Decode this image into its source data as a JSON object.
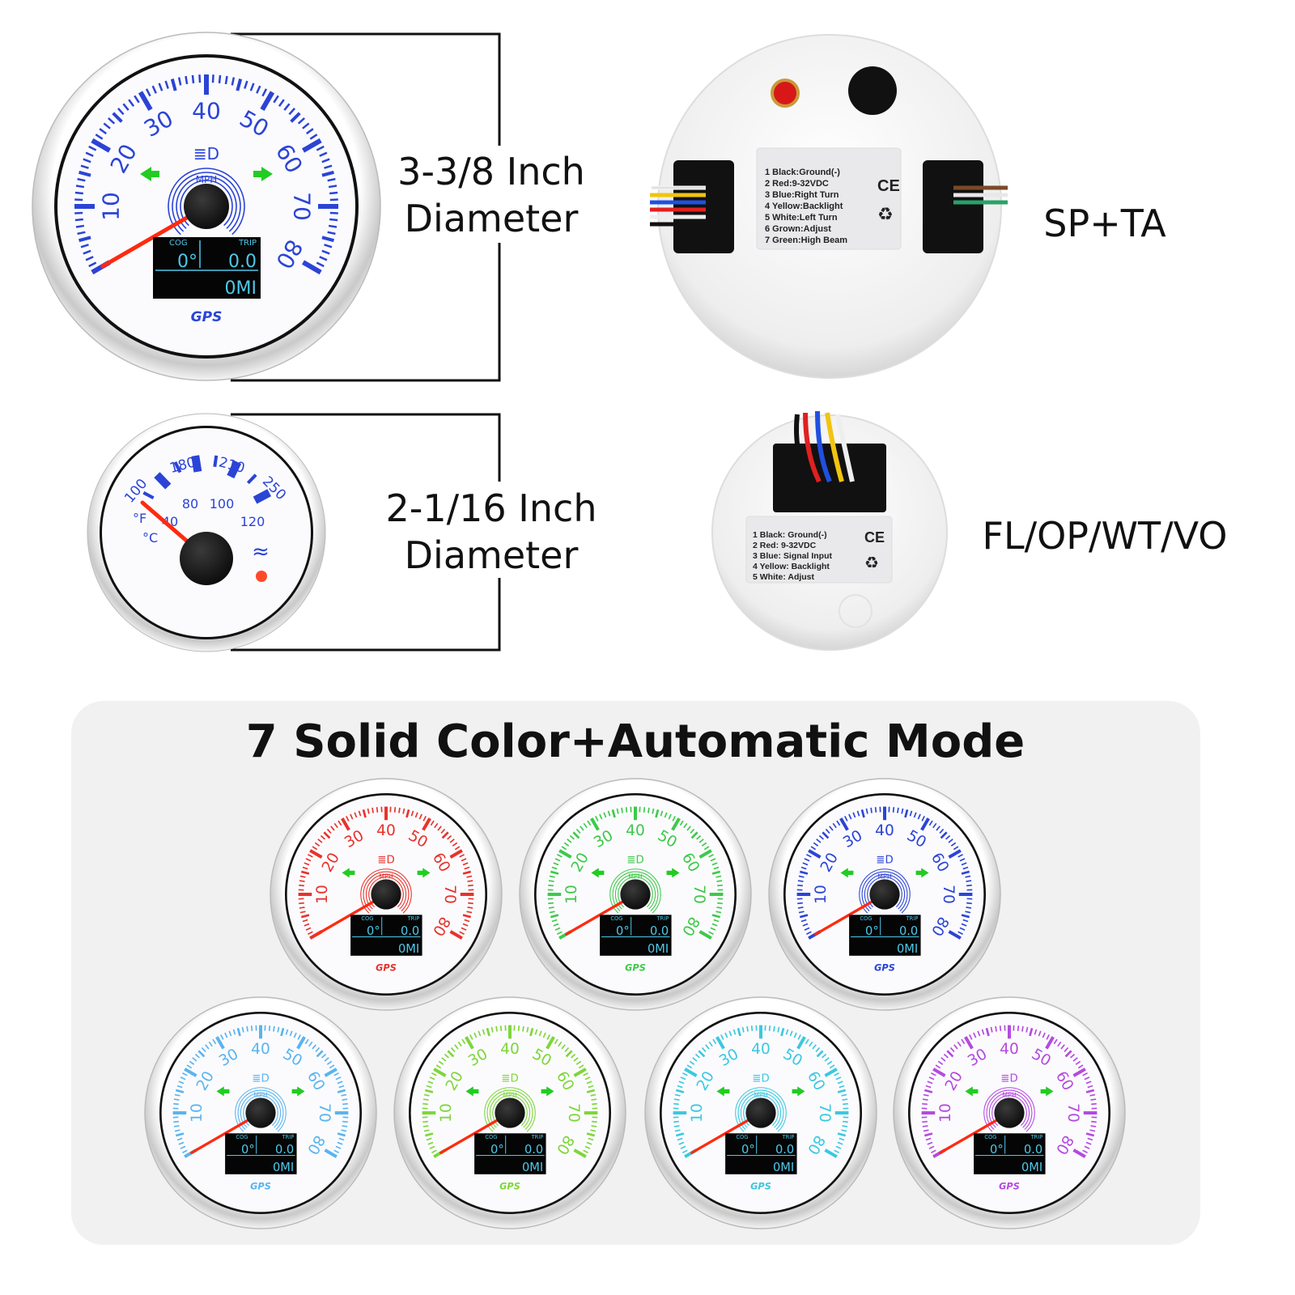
{
  "dimensions": {
    "large": "3-3/8 Inch",
    "large_2": "Diameter",
    "small": "2-1/16 Inch",
    "small_2": "Diameter"
  },
  "models": {
    "speedo": "SP+TA",
    "small": "FL/OP/WT/VO"
  },
  "speedometer": {
    "scale": [
      "10",
      "20",
      "30",
      "40",
      "50",
      "60",
      "70",
      "80"
    ],
    "unit": "MPH",
    "cog_label": "COG",
    "cog_value": "0°",
    "trip_label": "TRIP",
    "trip_value": "0.0",
    "odo_value": "0MI",
    "brand": "GPS",
    "needle_value": 0
  },
  "temp_gauge": {
    "f_scale": [
      "100",
      "180",
      "210",
      "250"
    ],
    "c_scale": [
      "40",
      "80",
      "100",
      "120"
    ],
    "f_unit": "°F",
    "c_unit": "°C"
  },
  "speedo_back_label": [
    "1 Black:Ground(-)",
    "2 Red:9-32VDC",
    "3 Blue:Right Turn",
    "4 Yellow:Backlight",
    "5 White:Left Turn",
    "6 Grown:Adjust",
    "7 Green:High Beam"
  ],
  "small_back_label": [
    "1 Black: Ground(-)",
    "2 Red: 9-32VDC",
    "3 Blue: Signal Input",
    "4 Yellow: Backlight",
    "5 White: Adjust"
  ],
  "cert_mark": "CE",
  "color_panel": {
    "title": "7 Solid Color+Automatic Mode",
    "colors": [
      "#e8322b",
      "#3ec94a",
      "#2b44d6",
      "#5ab4f0",
      "#7ed63a",
      "#3cc8e0",
      "#b44ae0"
    ]
  },
  "colors": {
    "primary_scale": "#2b44d6",
    "needle": "#ff2a10",
    "lcd_text": "#4ec8e8",
    "arrow": "#22cc22"
  }
}
